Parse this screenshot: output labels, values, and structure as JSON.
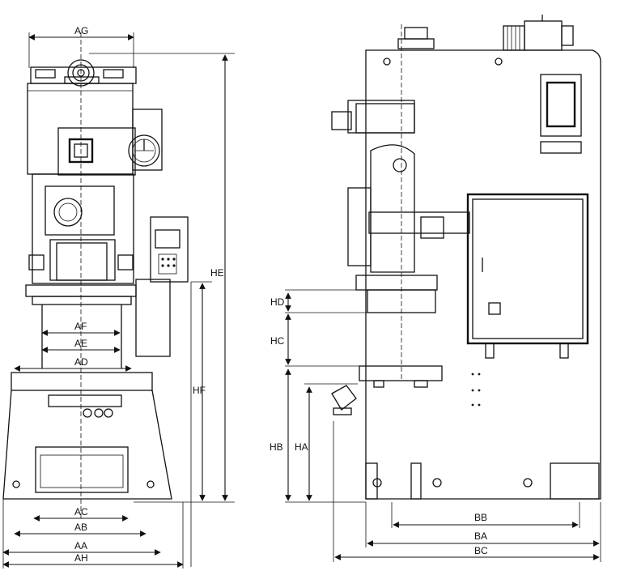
{
  "front_view": {
    "labels": {
      "ag": "AG",
      "af": "AF",
      "ae": "AE",
      "ad": "AD",
      "ac": "AC",
      "ab": "AB",
      "aa": "AA",
      "ah": "AH",
      "he": "HE",
      "hf": "HF"
    }
  },
  "side_view": {
    "labels": {
      "hd": "HD",
      "hc": "HC",
      "hb": "HB",
      "ha": "HA",
      "bb": "BB",
      "ba": "BA",
      "bc": "BC"
    }
  }
}
